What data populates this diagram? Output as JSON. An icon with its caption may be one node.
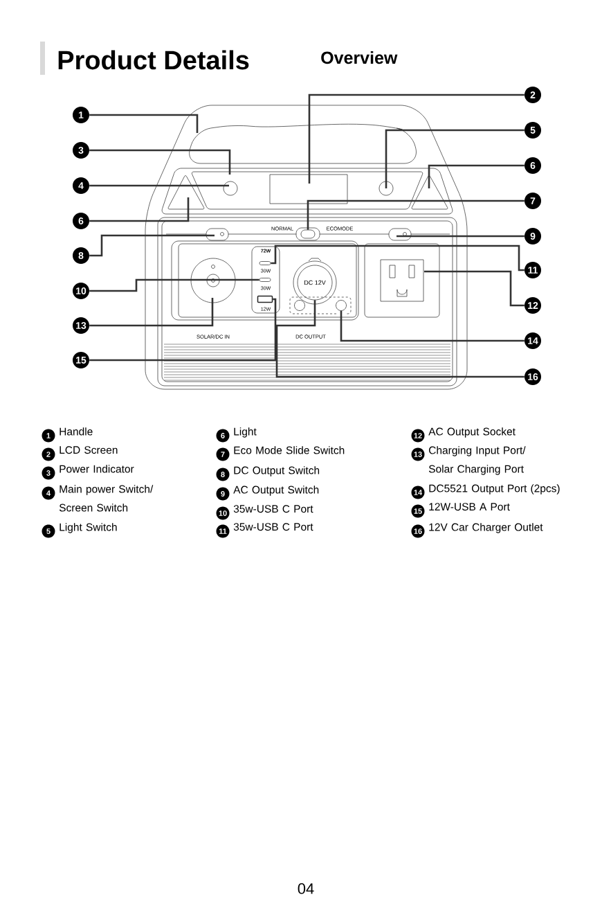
{
  "diagram": {
    "title": "Product Details",
    "nodes": [
      {
        "text": [
          "2"
        ]
      },
      {
        "text": [
          "1"
        ]
      },
      {
        "text": [
          "5"
        ]
      },
      {
        "text": [
          "3"
        ]
      },
      {
        "text": [
          "6"
        ]
      },
      {
        "text": [
          "4"
        ]
      },
      {
        "text": [
          "7"
        ]
      },
      {
        "text": [
          "6"
        ]
      },
      {
        "text": [
          "9"
        ]
      },
      {
        "text": [
          "8"
        ]
      },
      {
        "text": [
          "11"
        ]
      },
      {
        "text": [
          "10"
        ]
      },
      {
        "text": [
          "12"
        ]
      },
      {
        "text": [
          "13"
        ]
      },
      {
        "text": [
          "14"
        ]
      },
      {
        "text": [
          "15"
        ]
      },
      {
        "text": [
          "16"
        ]
      },
      {
        "text": [
          "DC 12V"
        ]
      },
      {
        "text": [
          "72W",
          "30W",
          "30W",
          "12W"
        ]
      },
      {
        "text": [],
        "shape": "box",
        "in": 18
      },
      {
        "text": [],
        "shape": "box",
        "in": 18
      },
      {
        "text": [],
        "shape": "box",
        "in": 18
      },
      {
        "text": [],
        "shape": "circle"
      },
      {
        "text": [],
        "shape": "circle"
      },
      {
        "text": [],
        "shape": "box"
      },
      {
        "text": [
          "1"
        ],
        "beside": [
          "Handle"
        ]
      },
      {
        "text": [
          "2"
        ],
        "beside": [
          "LCD Screen"
        ]
      },
      {
        "text": [
          "3"
        ],
        "beside": [
          "Power Indicator"
        ]
      },
      {
        "text": [
          "4"
        ],
        "beside": [
          "Main power Switch/ Screen Switch"
        ]
      },
      {
        "text": [
          "5"
        ],
        "beside": [
          "Light Switch"
        ]
      },
      {
        "text": [
          "6"
        ],
        "beside": [
          "Light"
        ]
      },
      {
        "text": [
          "7"
        ],
        "beside": [
          "Eco Mode Slide Switch"
        ]
      },
      {
        "text": [
          "8"
        ],
        "beside": [
          "DC Output Switch"
        ]
      },
      {
        "text": [
          "9"
        ],
        "beside": [
          "AC Output Switch"
        ]
      },
      {
        "text": [
          "10"
        ],
        "beside": [
          "35w-USB C Port"
        ]
      },
      {
        "text": [
          "11"
        ],
        "beside": [
          "35w-USB C Port"
        ]
      },
      {
        "text": [
          "12"
        ],
        "beside": [
          "AC Output Socket"
        ]
      },
      {
        "text": [
          "13"
        ],
        "beside": [
          "Charging Input Port/ Solar Charging Port"
        ]
      },
      {
        "text": [
          "14"
        ],
        "beside": [
          "DC5521 Output Port (2pcs)"
        ]
      },
      {
        "text": [
          "15"
        ],
        "beside": [
          "12W-USB A Port"
        ]
      },
      {
        "text": [
          "16"
        ],
        "beside": [
          "12V Car Charger Outlet"
        ]
      }
    ],
    "edges": [
      {
        "from": 0,
        "to": null,
        "arrow": "none"
      },
      {
        "from": 1,
        "to": null,
        "arrow": "none"
      },
      {
        "from": 2,
        "to": null,
        "arrow": "none"
      },
      {
        "from": 3,
        "to": null,
        "arrow": "none"
      },
      {
        "from": 4,
        "to": null,
        "arrow": "none"
      },
      {
        "from": 5,
        "to": null,
        "arrow": "none"
      },
      {
        "from": 6,
        "to": 24,
        "arrow": "none"
      },
      {
        "from": 7,
        "to": null,
        "arrow": "none"
      },
      {
        "from": 8,
        "to": null,
        "arrow": "none"
      },
      {
        "from": 9,
        "to": null,
        "arrow": "none"
      },
      {
        "from": 10,
        "to": 19,
        "arrow": "none"
      },
      {
        "from": 11,
        "to": 20,
        "arrow": "none"
      },
      {
        "from": 12,
        "to": null,
        "arrow": "none"
      },
      {
        "from": 13,
        "to": null,
        "arrow": "none"
      },
      {
        "from": 14,
        "to": 23,
        "arrow": "none"
      },
      {
        "from": 15,
        "to": 21,
        "arrow": "none"
      },
      {
        "from": 16,
        "to": 17,
        "arrow": "none"
      }
    ],
    "labels": [
      "Overview",
      "NORMAL",
      "ECOMODE",
      "SOLAR/DC IN",
      "DC OUTPUT",
      "04"
    ]
  }
}
